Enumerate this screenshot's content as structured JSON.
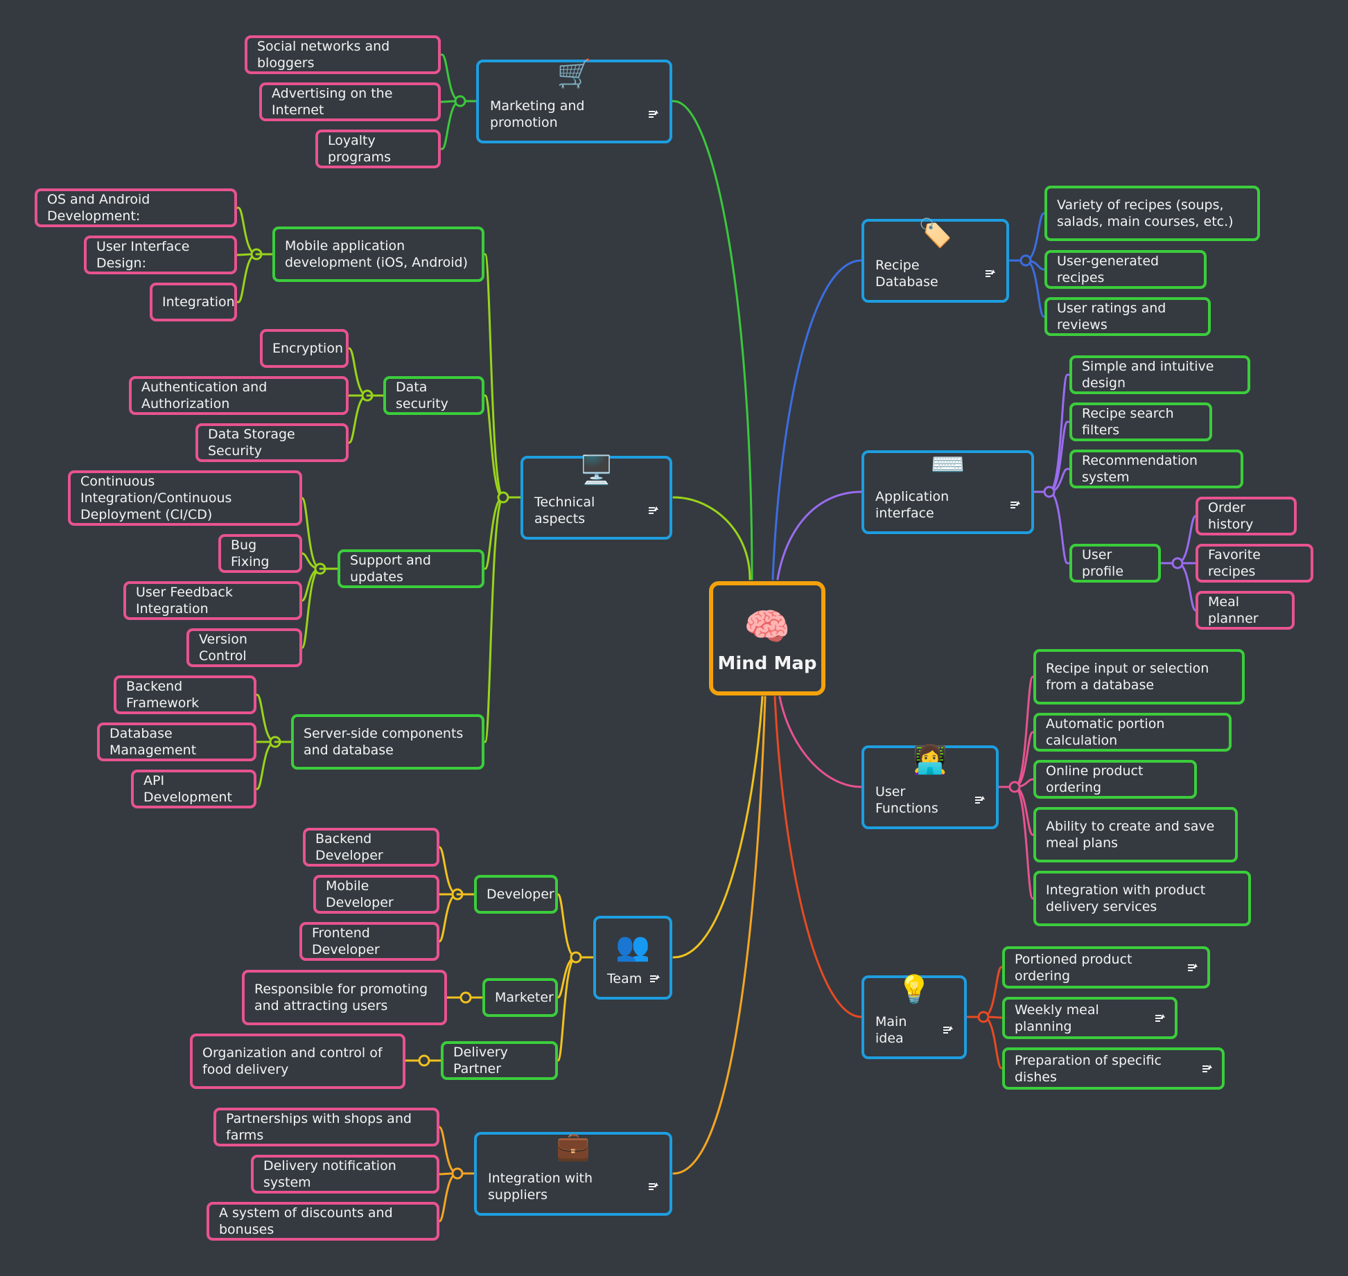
{
  "center": {
    "emoji": "🧠",
    "label": "Mind Map"
  },
  "branches": {
    "marketing": {
      "emoji": "🛒",
      "label": "Marketing and promotion",
      "children": [
        "Social networks and bloggers",
        "Advertising on the Internet",
        "Loyalty programs"
      ]
    },
    "technical": {
      "emoji": "🖥️",
      "label": "Technical aspects",
      "groups": {
        "mobile": {
          "label": "Mobile application development (iOS, Android)",
          "children": [
            "OS and Android Development:",
            "User Interface Design:",
            "Integration"
          ]
        },
        "security": {
          "label": "Data security",
          "children": [
            "Encryption",
            "Authentication and Authorization",
            "Data Storage Security"
          ]
        },
        "support": {
          "label": "Support and updates",
          "children": [
            "Continuous Integration/Continuous Deployment (CI/CD)",
            "Bug Fixing",
            "User Feedback Integration",
            "Version Control"
          ]
        },
        "server": {
          "label": "Server-side components and database",
          "children": [
            "Backend Framework",
            "Database Management",
            "API Development"
          ]
        }
      }
    },
    "team": {
      "emoji": "👥",
      "label": "Team",
      "groups": {
        "developer": {
          "label": "Developer",
          "children": [
            "Backend Developer",
            "Mobile Developer",
            "Frontend Developer"
          ]
        },
        "marketer": {
          "label": "Marketer",
          "children": [
            "Responsible for promoting and attracting users"
          ]
        },
        "delivery": {
          "label": "Delivery Partner",
          "children": [
            "Organization and control of food delivery"
          ]
        }
      }
    },
    "suppliers": {
      "emoji": "💼",
      "label": "Integration with suppliers",
      "children": [
        "Partnerships with shops and farms",
        "Delivery notification system",
        "A system of discounts and bonuses"
      ]
    },
    "recipe": {
      "emoji": "🏷️",
      "label": "Recipe Database",
      "children": [
        "Variety of recipes (soups, salads, main courses, etc.)",
        "User-generated recipes",
        "User ratings and reviews"
      ]
    },
    "interface": {
      "emoji": "⌨️",
      "label": "Application interface",
      "children": [
        "Simple and intuitive design",
        "Recipe search filters",
        "Recommendation system",
        "User profile"
      ],
      "profile_children": [
        "Order history",
        "Favorite recipes",
        "Meal planner"
      ]
    },
    "functions": {
      "emoji": "👩‍💻",
      "label": "User Functions",
      "children": [
        "Recipe input or selection from a database",
        "Automatic portion calculation",
        "Online product ordering",
        "Ability to create and save meal plans",
        "Integration with product delivery services"
      ]
    },
    "idea": {
      "emoji": "💡",
      "label": "Main idea",
      "children": [
        "Portioned product ordering",
        "Weekly meal planning",
        "Preparation of specific dishes"
      ]
    }
  },
  "colors": {
    "background": "#343a40",
    "center_border": "#f4a20c",
    "main_border": "#1e9ee0",
    "sub_border": "#3ccd3c",
    "leaf_border": "#e8538f",
    "marketing": "#3cc83c",
    "technical": "#9ad41a",
    "team": "#f2c21f",
    "suppliers": "#f5a623",
    "recipe": "#3d6de0",
    "interface": "#9b6cf0",
    "functions": "#e8538f",
    "idea": "#e84a23"
  }
}
